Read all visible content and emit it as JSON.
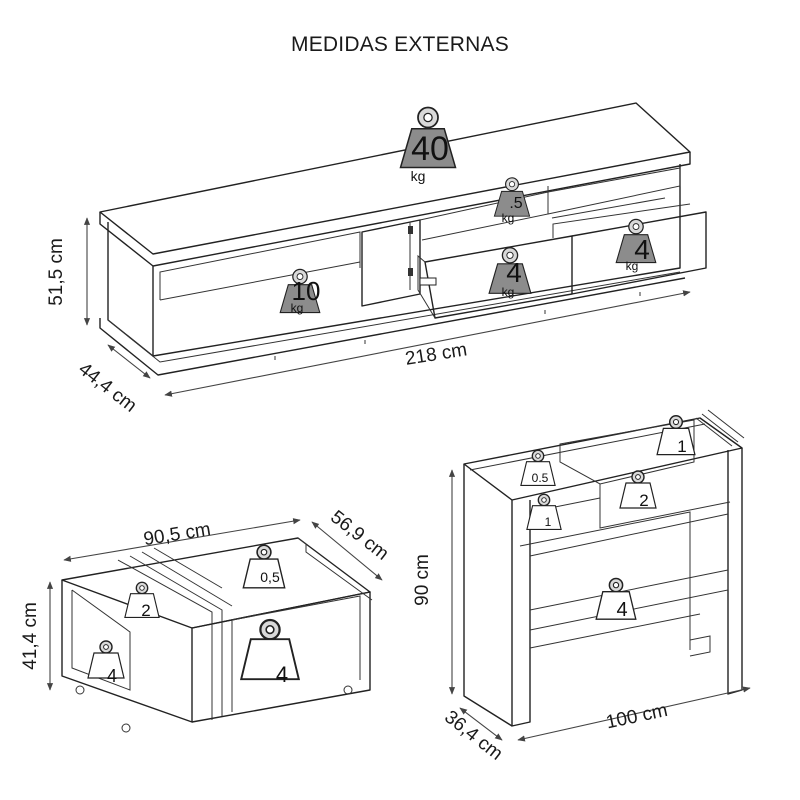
{
  "title": "MEDIDAS EXTERNAS",
  "dimensions": {
    "rack_height": "51,5 cm",
    "rack_depth": "44,4 cm",
    "rack_width": "218 cm",
    "coffee_width": "90,5 cm",
    "coffee_depth": "56,9 cm",
    "coffee_height": "41,4 cm",
    "desk_height": "90 cm",
    "desk_depth": "36,4 cm",
    "desk_width": "100 cm"
  },
  "weights": {
    "rack_top": {
      "value": "40",
      "unit": "kg"
    },
    "rack_shelf": {
      "value": ".5",
      "unit": "kg"
    },
    "rack_drawer_right": {
      "value": "4",
      "unit": "kg"
    },
    "rack_drawer_left": {
      "value": "4",
      "unit": "kg"
    },
    "rack_open_niche": {
      "value": "10",
      "unit": "kg"
    },
    "coffee_top_right": {
      "value": "0,5"
    },
    "coffee_top_left": {
      "value": "2"
    },
    "coffee_inner_left": {
      "value": "4"
    },
    "coffee_inner_right": {
      "value": "4"
    },
    "desk_top_right": {
      "value": "1"
    },
    "desk_top_left": {
      "value": "0.5"
    },
    "desk_drawer": {
      "value": "2"
    },
    "desk_niche": {
      "value": "1"
    },
    "desk_shelf": {
      "value": "4"
    }
  },
  "colors": {
    "line": "#222222",
    "weight_fill": "#8c8c8c"
  }
}
